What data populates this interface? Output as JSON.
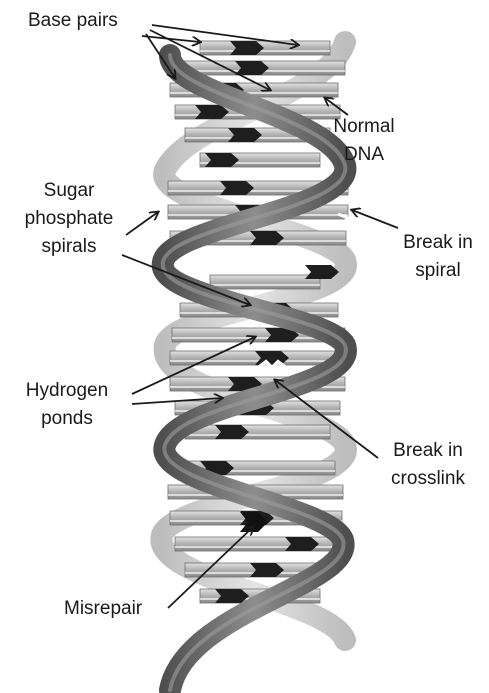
{
  "labels": {
    "base_pairs": "Base pairs",
    "normal_dna_1": "Normal",
    "normal_dna_2": "DNA",
    "sugar_1": "Sugar",
    "sugar_2": "phosphate",
    "sugar_3": "spirals",
    "break_spiral_1": "Break in",
    "break_spiral_2": "spiral",
    "hydrogen_1": "Hydrogen",
    "hydrogen_2": "ponds",
    "break_crosslink_1": "Break in",
    "break_crosslink_2": "crosslink",
    "misrepair": "Misrepair"
  },
  "colors": {
    "strand_dark": "#6a6a6a",
    "strand_light": "#c4c4c4",
    "rung": "#b9b9b9",
    "base_block": "#1e1e1e",
    "arrow": "#1a1a1a"
  }
}
